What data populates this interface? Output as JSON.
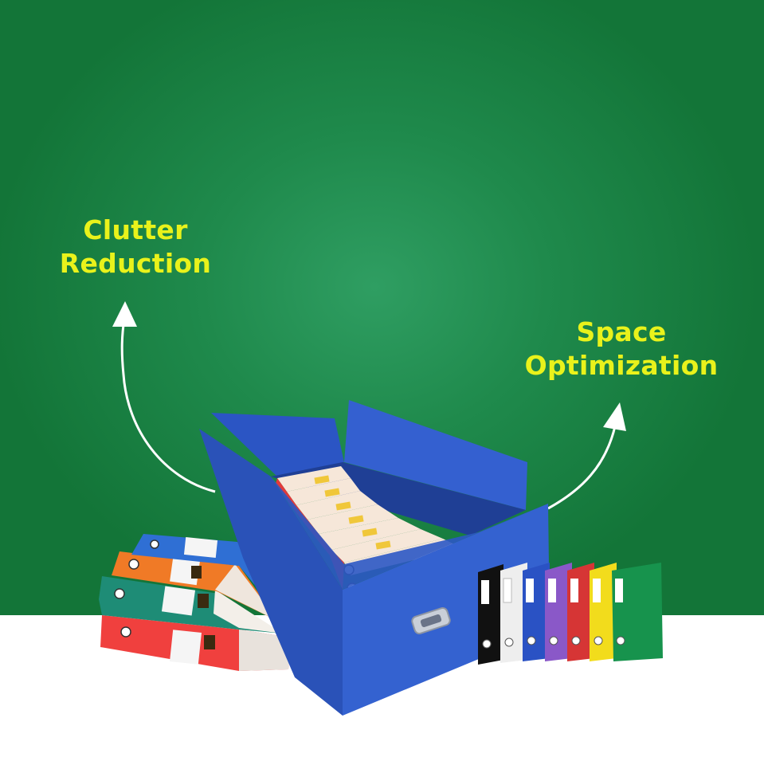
{
  "callouts": {
    "left": {
      "line1": "Clutter",
      "line2": "Reduction"
    },
    "right": {
      "line1": "Space",
      "line2": "Optimization"
    }
  },
  "colors": {
    "background_green": "#1f8a4c",
    "floor": "#ffffff",
    "label_yellow": "#e9f21b",
    "box_blue": "#2a52b8",
    "arrow": "#ffffff"
  },
  "binders_stack_colors": [
    "#f0403e",
    "#1e8c76",
    "#f07a26",
    "#2f6fd4"
  ],
  "binders_row_colors": [
    "#111111",
    "#eeeeee",
    "#2a52c4",
    "#8a58c8",
    "#d63535",
    "#f2dc1c",
    "#17934d"
  ],
  "icons": [
    "arrow-up-curve-icon",
    "arrow-right-curve-icon"
  ]
}
